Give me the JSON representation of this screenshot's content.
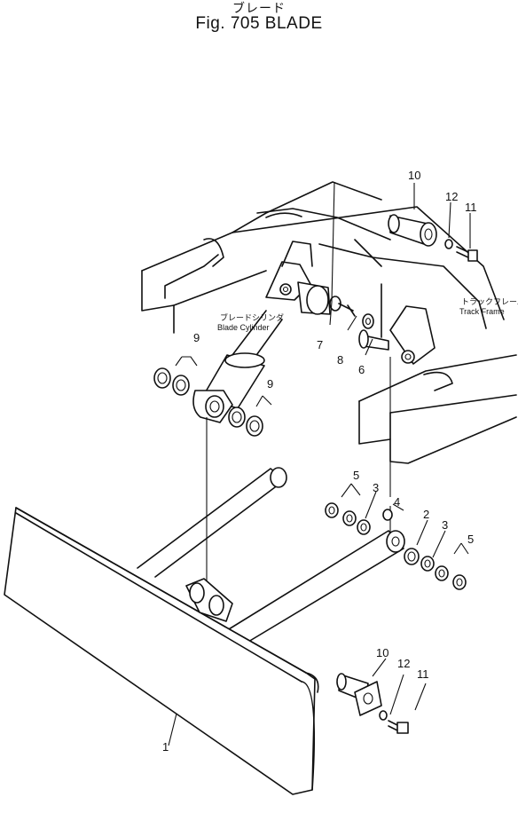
{
  "header": {
    "title_jp": "ブレード",
    "title_en": "Fig. 705  BLADE"
  },
  "labels": {
    "blade_cylinder_jp": "ブレードシリンダ",
    "blade_cylinder_en": "Blade  Cylinder",
    "track_frame_jp": "トラックフレーム",
    "track_frame_en": "Track  Frame"
  },
  "callouts": {
    "p10_top": "10",
    "p12_top": "12",
    "p11_top": "11",
    "p9_left": "9",
    "p9_mid": "9",
    "p7": "7",
    "p8": "8",
    "p6": "6",
    "p5_left": "5",
    "p3_left": "3",
    "p4": "4",
    "p2": "2",
    "p3_right": "3",
    "p5_right": "5",
    "p10_bottom": "10",
    "p12_bottom": "12",
    "p11_bottom": "11",
    "p1": "1"
  }
}
